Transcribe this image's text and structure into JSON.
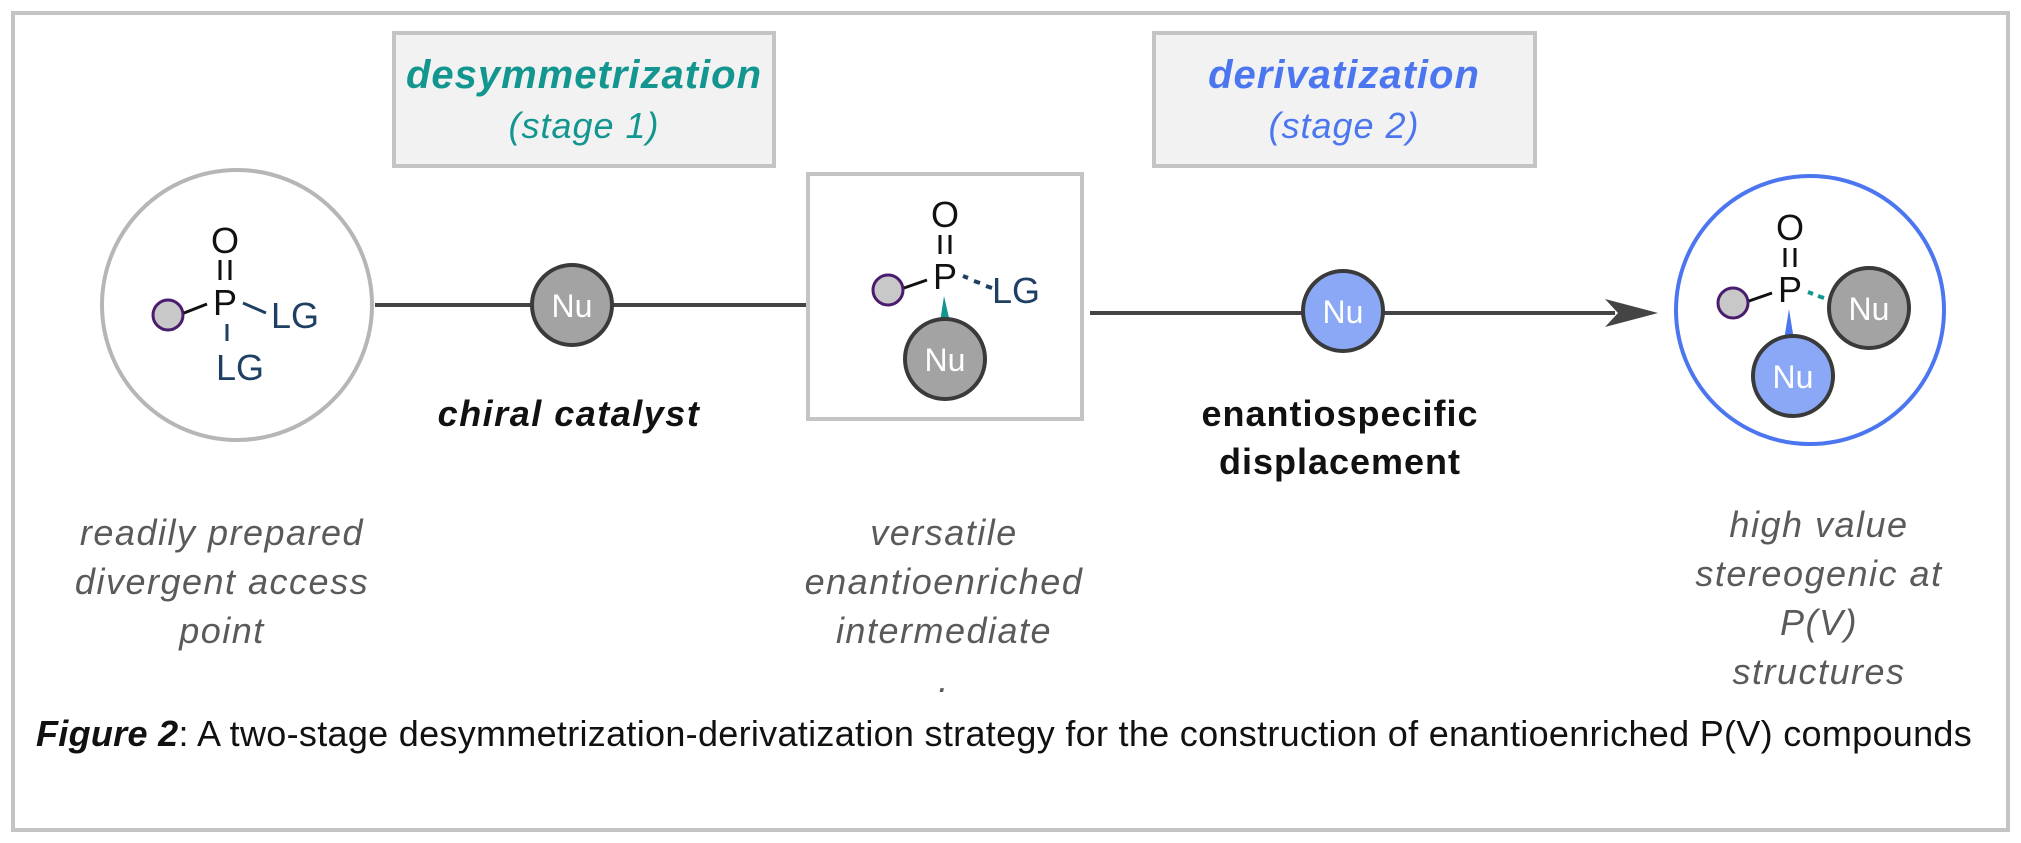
{
  "stage1": {
    "title": "desymmetrization",
    "subtitle": "(stage 1)",
    "color": "#12968f"
  },
  "stage2": {
    "title": "derivatization",
    "subtitle": "(stage 2)",
    "color": "#4b76ef"
  },
  "molecule": {
    "phosphorus": "P",
    "oxygen": "O",
    "leaving_group": "LG",
    "nucleophile": "Nu"
  },
  "conditions": {
    "step1": "chiral catalyst",
    "step2_line1": "enantiospecific",
    "step2_line2": "displacement"
  },
  "descriptions": {
    "start": [
      "readily prepared",
      "divergent access",
      "point"
    ],
    "intermediate": [
      "versatile",
      "enantioenriched",
      "intermediate",
      "."
    ],
    "product": [
      "high value",
      "stereogenic at",
      "P(V)",
      "structures"
    ]
  },
  "caption": {
    "label": "Figure 2",
    "text": ": A two-stage desymmetrization-derivatization strategy  for the construction of enantioenriched P(V) compounds"
  },
  "colors": {
    "frame": "#c4c4c4",
    "box_fill": "#f2f2f2",
    "gray_nu": "#a3a3a3",
    "blue_nu": "#8aa8f6",
    "product_ring": "#4b76ef",
    "substituent_ring": "#4a1c6e"
  }
}
